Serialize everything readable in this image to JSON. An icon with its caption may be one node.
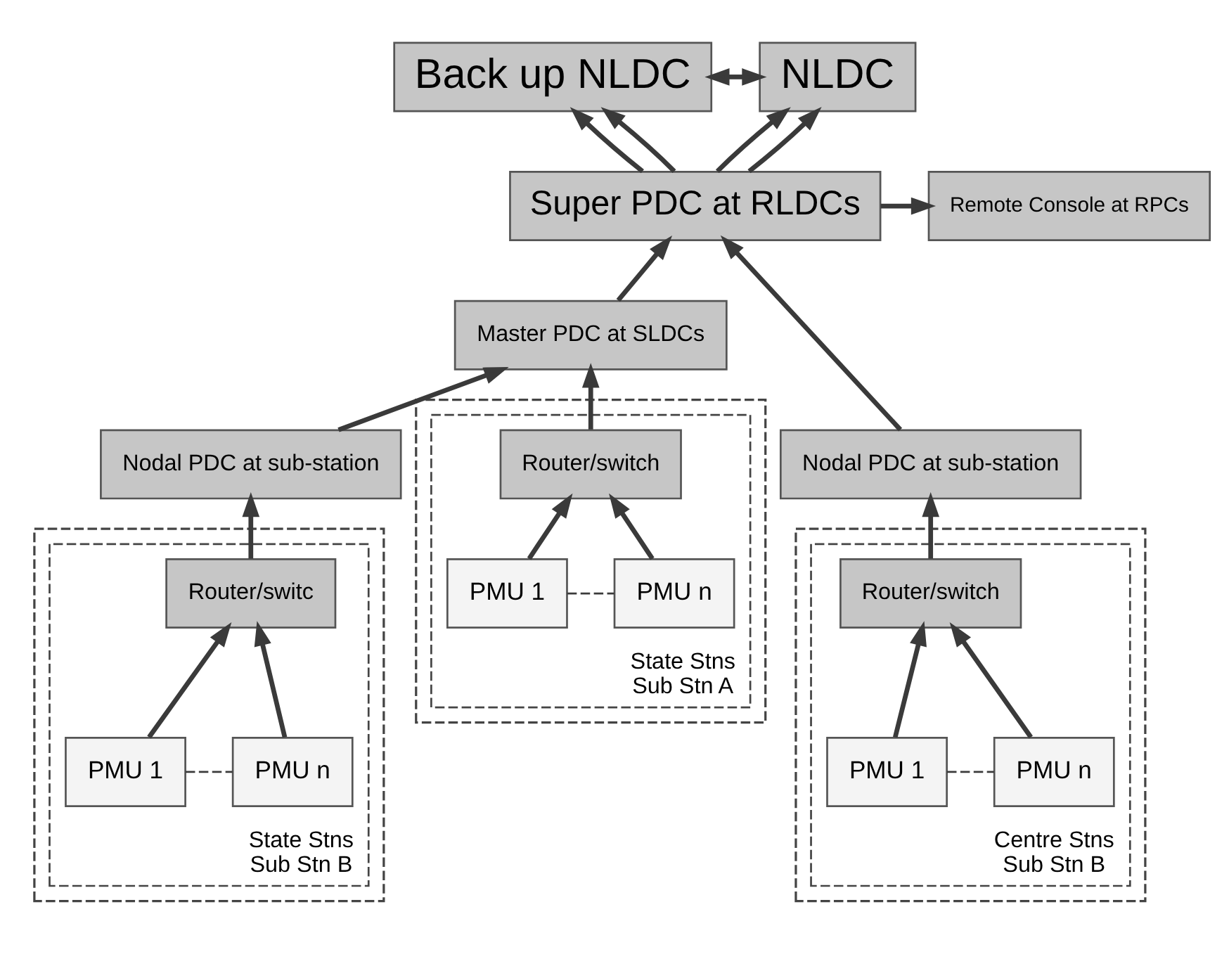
{
  "diagram": {
    "nodes": [
      {
        "text": [
          "Back up NLDC"
        ]
      },
      {
        "text": [
          "NLDC"
        ]
      },
      {
        "text": [
          "Remote Console at RPCs"
        ]
      },
      {
        "text": [
          "Super PDC at RLDCs"
        ]
      },
      {
        "text": [
          "Master PDC at SLDCs"
        ]
      },
      {
        "text": [
          "Nodal PDC at sub-station"
        ]
      },
      {
        "text": [
          "Nodal PDC at sub-station"
        ]
      },
      {
        "text": [],
        "shape": "box"
      },
      {
        "text": [
          "State Stns",
          "Sub Stn A"
        ],
        "in": 7
      },
      {
        "text": [
          "Router/switch"
        ],
        "in": 8
      },
      {
        "text": [
          "PMU 1"
        ],
        "in": 8
      },
      {
        "text": [
          "PMU n"
        ],
        "in": 8
      },
      {
        "text": [],
        "shape": "box"
      },
      {
        "text": [
          "State Stns",
          "Sub Stn B"
        ],
        "in": 12
      },
      {
        "text": [
          "Router/switc"
        ],
        "in": 13
      },
      {
        "text": [
          "PMU 1"
        ],
        "in": 13
      },
      {
        "text": [
          "PMU n"
        ],
        "in": 13
      },
      {
        "text": [],
        "shape": "box"
      },
      {
        "text": [
          "Centre Stns",
          "Sub Stn B"
        ],
        "in": 17
      },
      {
        "text": [
          "Router/switch"
        ],
        "in": 18
      },
      {
        "text": [
          "PMU 1"
        ],
        "in": 18
      },
      {
        "text": [
          "PMU n"
        ],
        "in": 18
      }
    ],
    "edges": [
      {
        "from": 0,
        "to": 1,
        "arrow": "both"
      },
      {
        "from": 3,
        "to": 0,
        "arrow": "to"
      },
      {
        "from": 3,
        "to": 1,
        "arrow": "to"
      },
      {
        "from": 3,
        "to": 0,
        "arrow": "to"
      },
      {
        "from": 3,
        "to": 1,
        "arrow": "to"
      },
      {
        "from": 3,
        "to": 2,
        "arrow": "to"
      },
      {
        "from": 4,
        "to": 3,
        "arrow": "to"
      },
      {
        "from": 6,
        "to": 3,
        "arrow": "to"
      },
      {
        "from": 5,
        "to": 4,
        "arrow": "to"
      },
      {
        "from": 9,
        "to": 4,
        "arrow": "to"
      },
      {
        "from": 14,
        "to": 5,
        "arrow": "to"
      },
      {
        "from": 19,
        "to": 6,
        "arrow": "to"
      },
      {
        "from": 10,
        "to": 9,
        "arrow": "to"
      },
      {
        "from": 11,
        "to": 9,
        "arrow": "to"
      },
      {
        "from": 10,
        "to": 11,
        "arrow": "none",
        "style": "dashed"
      },
      {
        "from": 15,
        "to": 14,
        "arrow": "to"
      },
      {
        "from": 16,
        "to": 14,
        "arrow": "to"
      },
      {
        "from": 15,
        "to": 16,
        "arrow": "none",
        "style": "dashed"
      },
      {
        "from": 20,
        "to": 19,
        "arrow": "to"
      },
      {
        "from": 21,
        "to": 19,
        "arrow": "to"
      },
      {
        "from": 20,
        "to": 21,
        "arrow": "none",
        "style": "dashed"
      }
    ]
  }
}
